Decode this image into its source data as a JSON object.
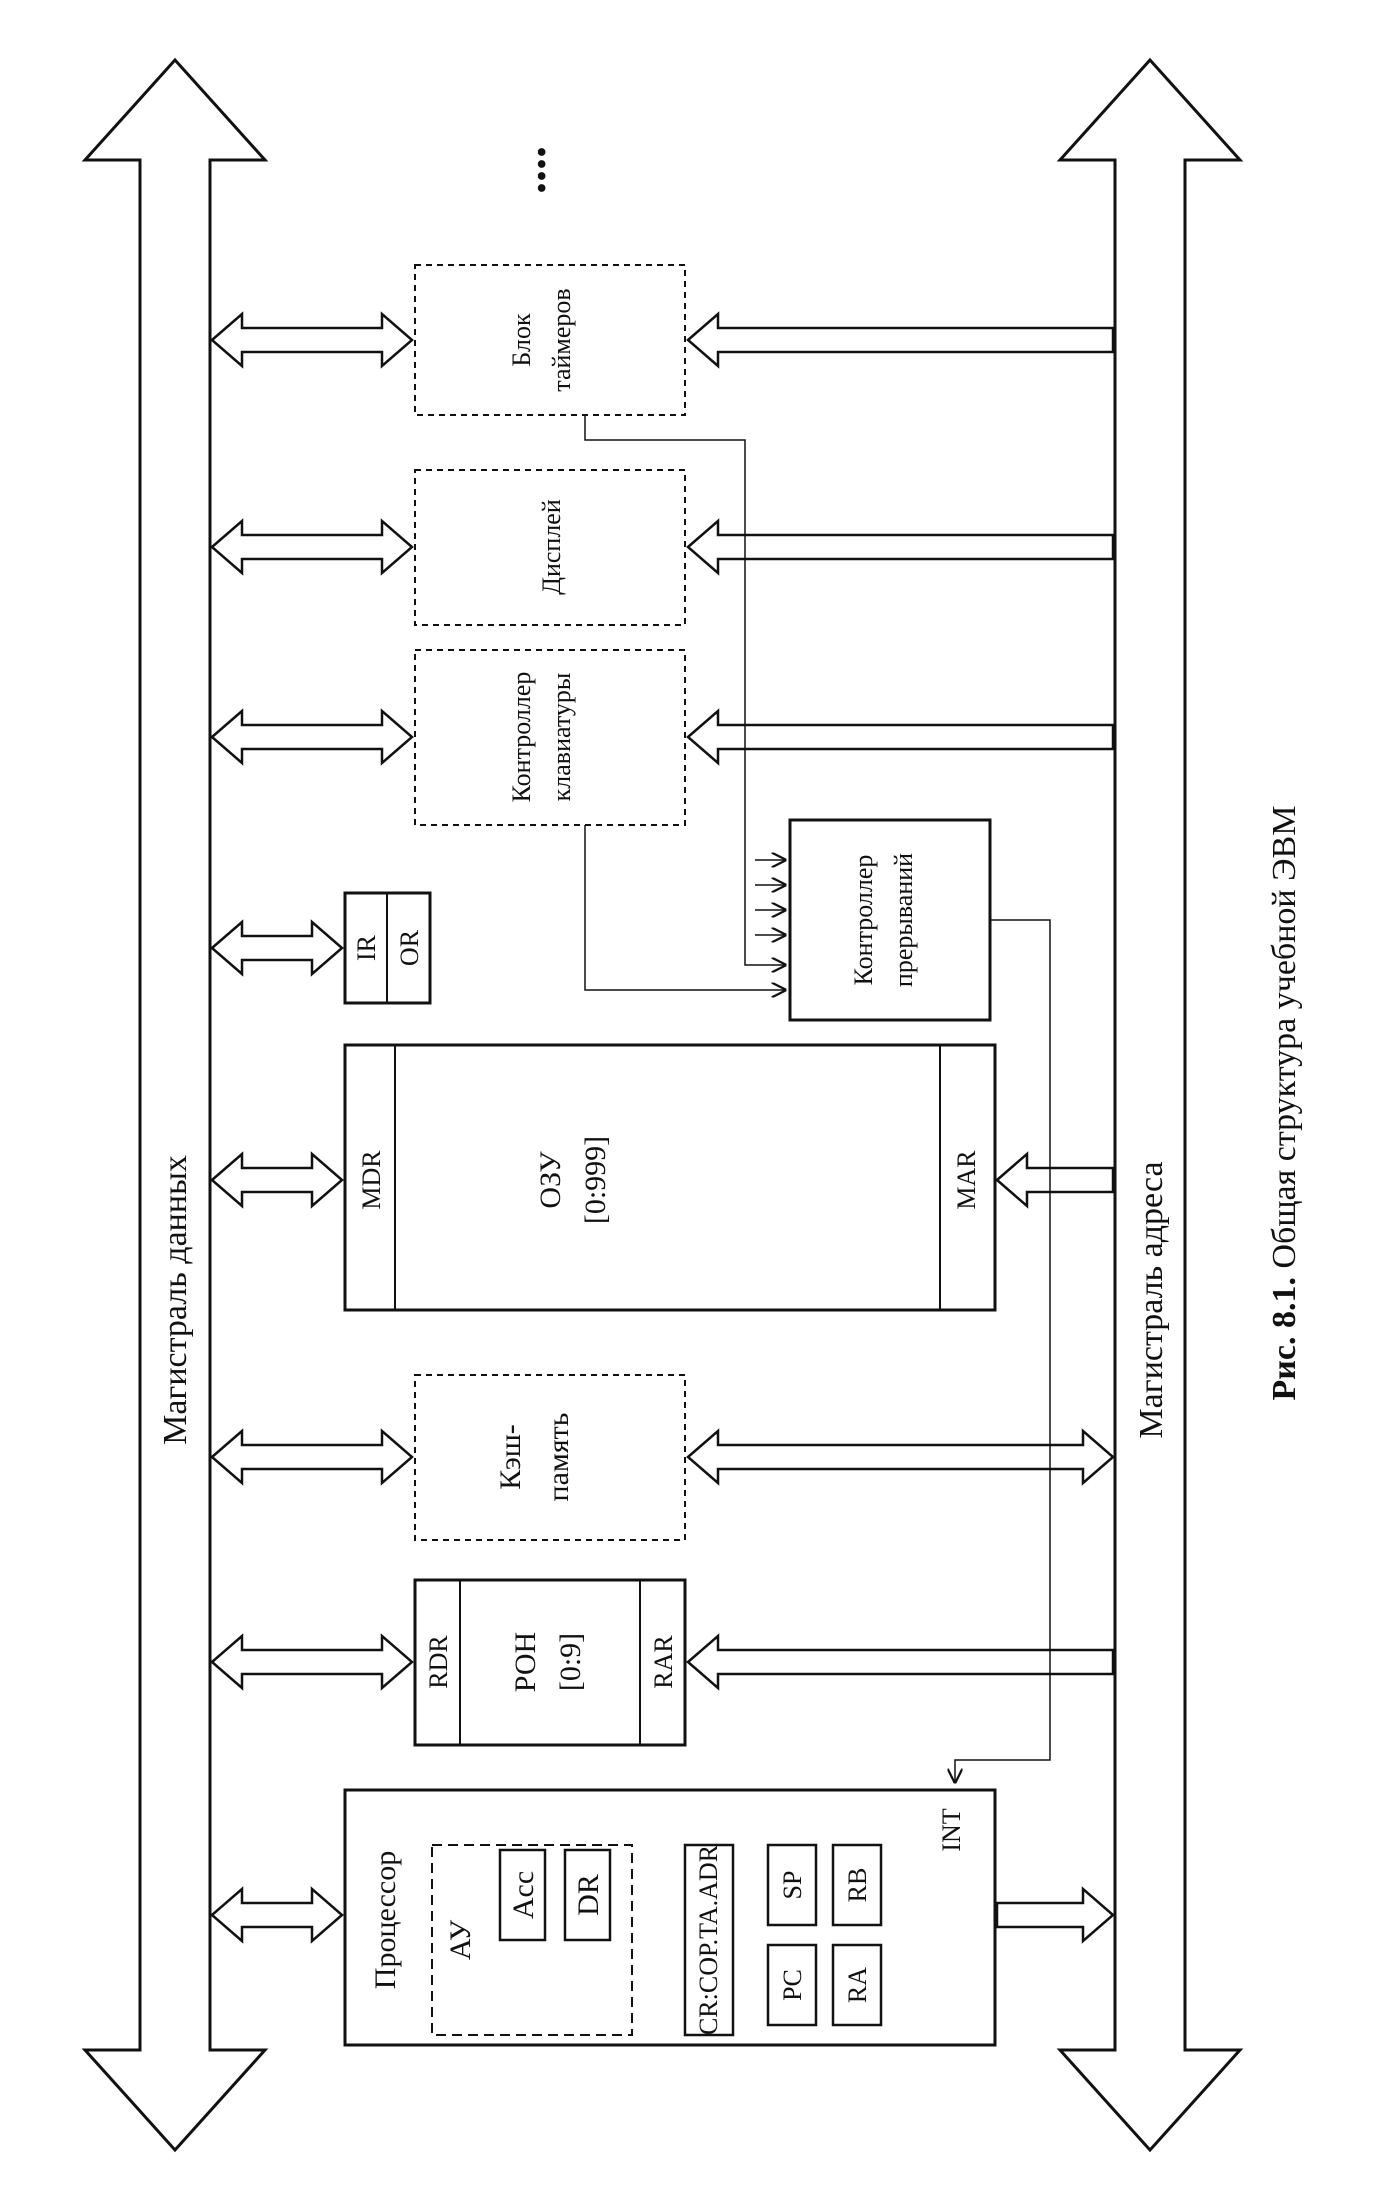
{
  "buses": {
    "data_bus_label": "Магистраль данных",
    "address_bus_label": "Магистраль адреса",
    "ellipsis": "...."
  },
  "blocks": {
    "processor": {
      "title": "Процессор",
      "alu_label": "АУ",
      "acc": "Acc",
      "dr": "DR",
      "cr": "CR:COP.TA.ADR",
      "pc": "PC",
      "sp": "SP",
      "ra": "RA",
      "rb": "RB",
      "int": "INT"
    },
    "gpr": {
      "line1": "РОН",
      "line2": "[0:9]",
      "rdr": "RDR",
      "rar": "RAR"
    },
    "cache": {
      "line1": "Кэш-",
      "line2": "память"
    },
    "ram": {
      "line1": "ОЗУ",
      "line2": "[0:999]",
      "mdr": "MDR",
      "mar": "MAR"
    },
    "io_regs": {
      "ir": "IR",
      "or": "OR"
    },
    "interrupt_controller": {
      "line1": "Контроллер",
      "line2": "прерываний"
    },
    "keyboard_controller": {
      "line1": "Контроллер",
      "line2": "клавиатуры"
    },
    "display": {
      "line1": "Дисплей"
    },
    "timer_block": {
      "line1": "Блок",
      "line2": "таймеров"
    }
  },
  "caption": {
    "label": "Рис. 8.1.",
    "text": " Общая структура учебной ЭВМ"
  },
  "colors": {
    "ink": "#111111",
    "background": "#ffffff"
  }
}
